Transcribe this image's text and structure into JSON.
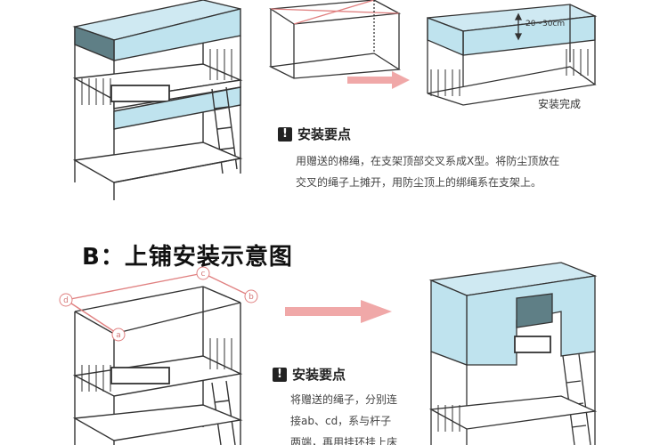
{
  "part_a": {
    "gap_label": "20~30cm",
    "done_label": "安装完成",
    "tip_title": "安装要点",
    "tip_icon": "exclamation-icon",
    "tip_lines": [
      "用赠送的棉绳，在支架顶部交叉系成X型。将防尘顶放在",
      "交叉的绳子上摊开，用防尘顶上的绑绳系在支架上。"
    ]
  },
  "part_b": {
    "title": "B：上铺安装示意图",
    "points": [
      "a",
      "b",
      "c",
      "d"
    ],
    "tip_title": "安装要点",
    "tip_icon": "exclamation-icon",
    "tip_lines": [
      "将赠送的绳子，分别连",
      "接ab、cd，系与杆子",
      "两端，再用挂环挂上床"
    ]
  },
  "colors": {
    "curtain_blue": "#bfe3ee",
    "curtain_dark": "#5f7f86",
    "arrow_pink": "#f0a8a8",
    "line_pink": "#e08080",
    "frame": "#333333"
  }
}
